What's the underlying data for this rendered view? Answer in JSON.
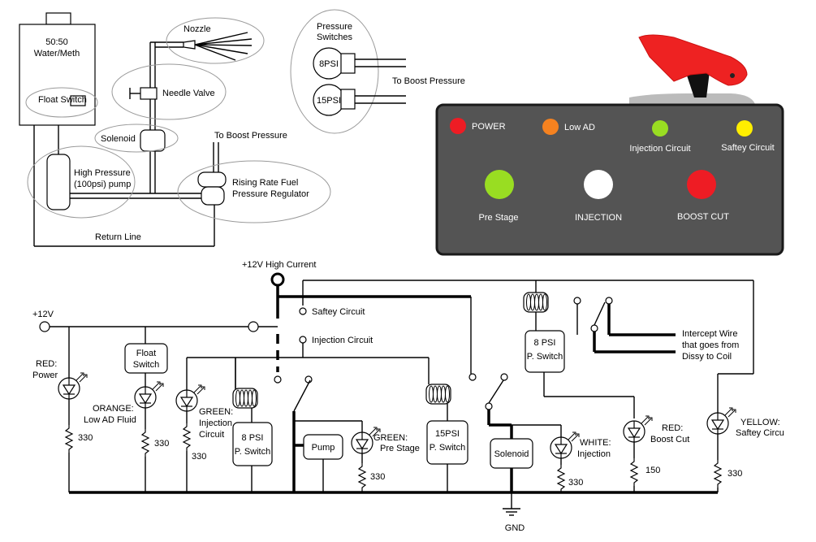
{
  "plumbing": {
    "tank": "50:50",
    "tank2": "Water/Meth",
    "float_switch": "Float Switch",
    "nozzle": "Nozzle",
    "needle_valve": "Needle Valve",
    "solenoid": "Solenoid",
    "pump1": "High Pressure",
    "pump2": "(100psi) pump",
    "to_boost": "To Boost Pressure",
    "regulator1": "Rising Rate Fuel",
    "regulator2": "Pressure Regulator",
    "return_line": "Return Line"
  },
  "pressure": {
    "title1": "Pressure",
    "title2": "Switches",
    "psi8": "8PSI",
    "psi15": "15PSI",
    "to_boost": "To Boost Pressure"
  },
  "panel": {
    "power": "POWER",
    "low_ad": "Low AD",
    "injection_circuit": "Injection Circuit",
    "saftey_circuit": "Saftey Circuit",
    "pre_stage": "Pre Stage",
    "injection": "INJECTION",
    "boost_cut": "BOOST CUT",
    "colors": {
      "panel": "#545454",
      "red": "#ee1c24",
      "orange": "#f58220",
      "green": "#99dd22",
      "yellow": "#ffee00",
      "white": "#ffffff",
      "cover": "#ee2222"
    }
  },
  "circuit": {
    "v12_high": "+12V High Current",
    "v12": "+12V",
    "saftey_circuit": "Saftey Circuit",
    "injection_circuit": "Injection Circuit",
    "intercept1": "Intercept Wire",
    "intercept2": "that goes from",
    "intercept3": "Dissy to Coil",
    "red1": "RED:",
    "red2": "Power",
    "orange1": "ORANGE:",
    "orange2": "Low AD Fluid",
    "float1": "Float",
    "float2": "Switch",
    "green1": "GREEN:",
    "green2": "Injection",
    "green3": "Circuit",
    "psi8_1": "8 PSI",
    "psi8_2": "P. Switch",
    "pump": "Pump",
    "greenps1": "GREEN:",
    "greenps2": "Pre Stage",
    "psi15_1": "15PSI",
    "psi15_2": "P. Switch",
    "solenoid": "Solenoid",
    "white1": "WHITE:",
    "white2": "Injection",
    "psi8b_1": "8 PSI",
    "psi8b_2": "P. Switch",
    "redbc1": "RED:",
    "redbc2": "Boost Cut",
    "yellow1": "YELLOW:",
    "yellow2": "Saftey Circu",
    "r330a": "330",
    "r330b": "330",
    "r330c": "330",
    "r330d": "330",
    "r330e": "330",
    "r150": "150",
    "r330f": "330",
    "gnd": "GND"
  }
}
